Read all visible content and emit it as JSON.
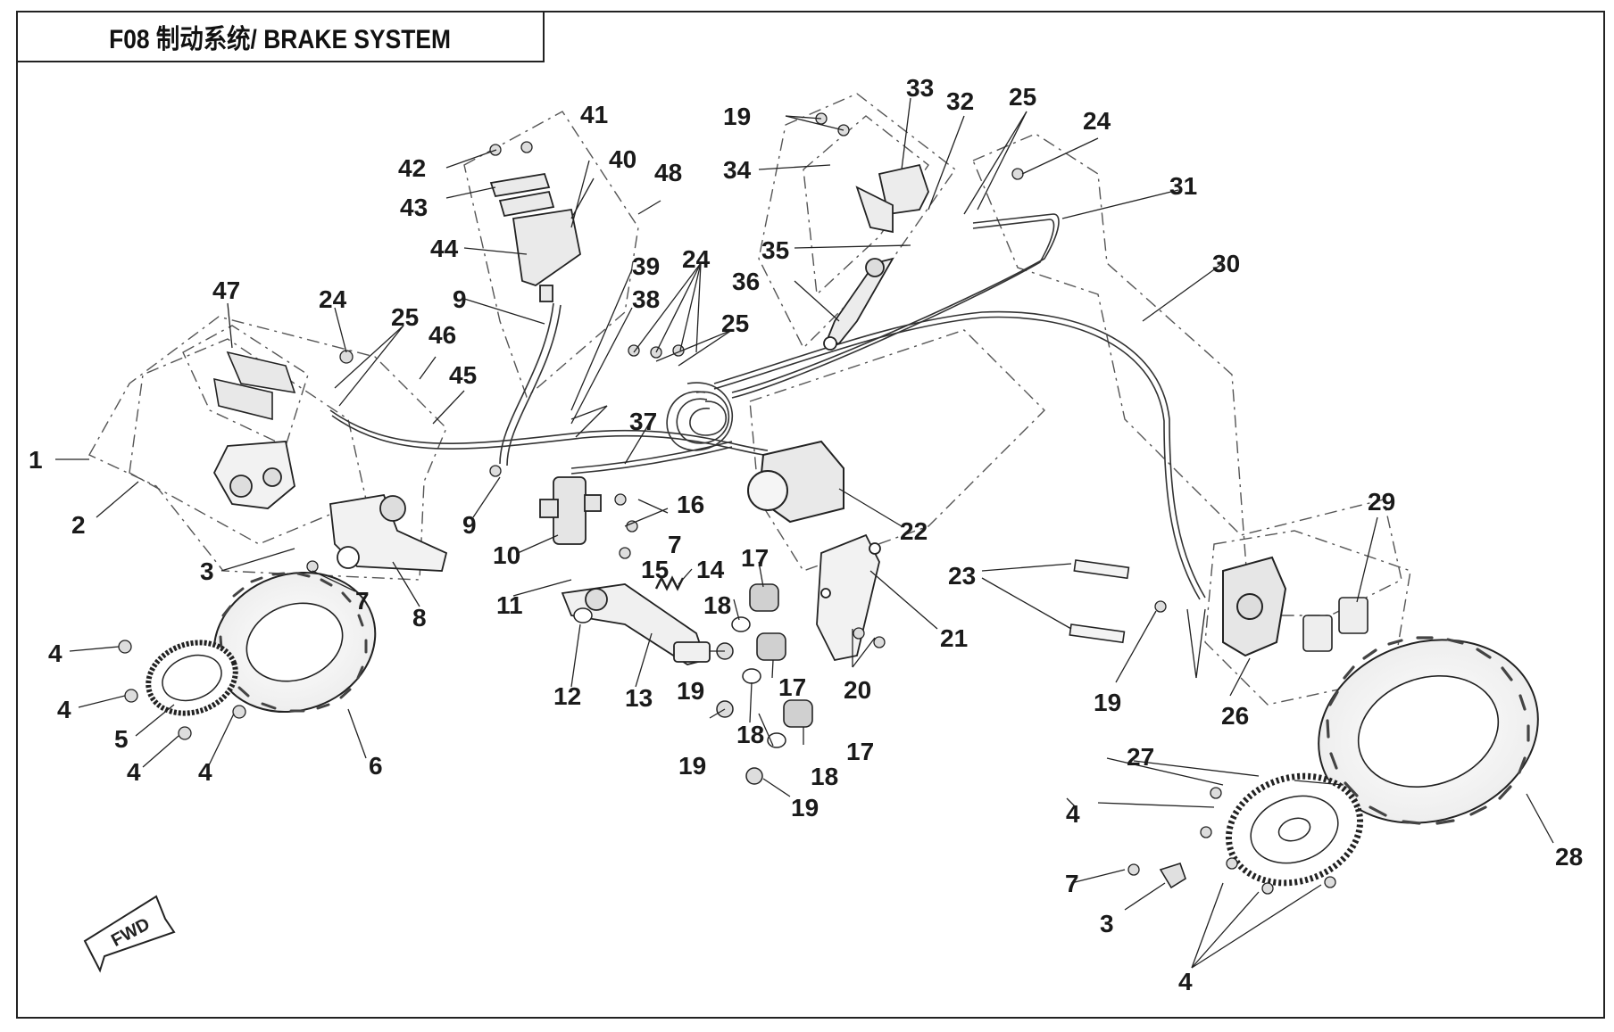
{
  "header": {
    "title": "F08 制动系统/ BRAKE SYSTEM"
  },
  "fwd_label": "FWD",
  "colors": {
    "ink": "#1a1a1a",
    "line": "#333333",
    "dash": "#555555"
  },
  "callouts": [
    "1",
    "2",
    "3",
    "4",
    "4",
    "4",
    "4",
    "5",
    "6",
    "7",
    "7",
    "8",
    "9",
    "9",
    "10",
    "11",
    "12",
    "13",
    "14",
    "15",
    "16",
    "17",
    "17",
    "17",
    "18",
    "18",
    "18",
    "19",
    "19",
    "19",
    "19",
    "20",
    "21",
    "22",
    "23",
    "24",
    "24",
    "24",
    "25",
    "25",
    "25",
    "26",
    "27",
    "28",
    "29",
    "30",
    "31",
    "32",
    "33",
    "34",
    "35",
    "36",
    "37",
    "38",
    "39",
    "40",
    "41",
    "42",
    "43",
    "44",
    "45",
    "46",
    "47",
    "48",
    "19",
    "24",
    "25",
    "3",
    "4",
    "4",
    "7"
  ]
}
